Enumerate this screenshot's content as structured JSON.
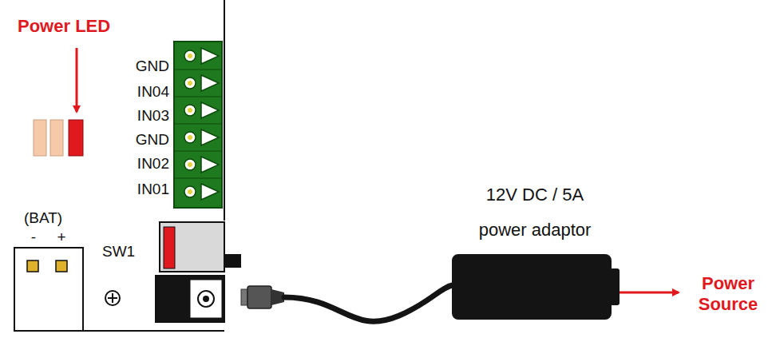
{
  "diagram": {
    "nodes": [
      {
        "text": [
          "12V DC / 5A power adaptor"
        ]
      }
    ],
    "labels": [
      "Power LED",
      "GND",
      "IN04",
      "IN03",
      "GND",
      "IN02",
      "IN01",
      "(BAT)",
      "-",
      "+",
      "SW1",
      "Power Source"
    ]
  }
}
